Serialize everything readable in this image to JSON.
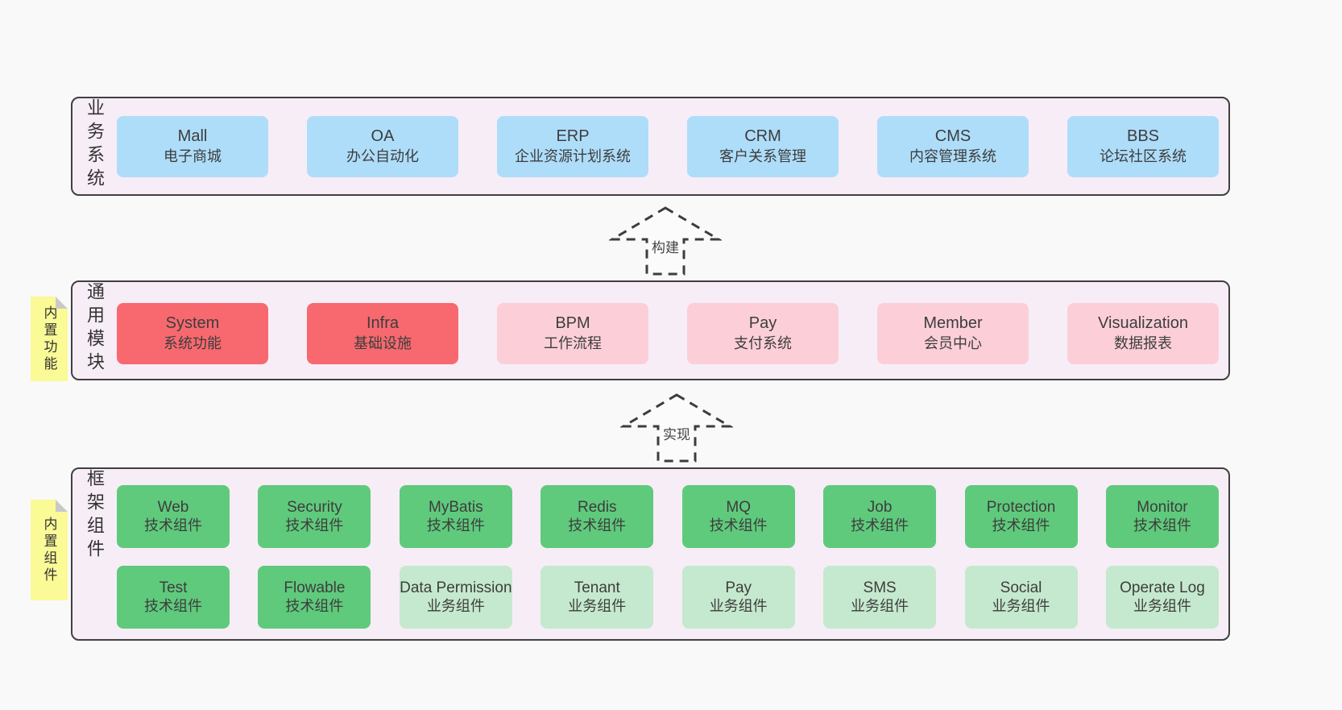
{
  "colors": {
    "page_bg": "#f9f9f9",
    "container_bg": "#f7edf6",
    "container_border": "#404040",
    "business_box": "#aeddfa",
    "module_core_box": "#f7696f",
    "module_box": "#fccfd8",
    "tech_component_box": "#5fca7c",
    "biz_component_box": "#c5e9ce",
    "note_yellow": "#fafa96",
    "note_fold": "#c9c9c9",
    "text": "#3d3d3d"
  },
  "arrows": {
    "build": "构建",
    "implement": "实现"
  },
  "business": {
    "side_label": "业务系统",
    "boxes": [
      {
        "name": "Mall",
        "desc": "电子商城"
      },
      {
        "name": "OA",
        "desc": "办公自动化"
      },
      {
        "name": "ERP",
        "desc": "企业资源计划系统"
      },
      {
        "name": "CRM",
        "desc": "客户关系管理"
      },
      {
        "name": "CMS",
        "desc": "内容管理系统"
      },
      {
        "name": "BBS",
        "desc": "论坛社区系统"
      }
    ]
  },
  "modules": {
    "side_label": "通用模块",
    "note": "内置功能",
    "boxes": [
      {
        "name": "System",
        "desc": "系统功能"
      },
      {
        "name": "Infra",
        "desc": "基础设施"
      },
      {
        "name": "BPM",
        "desc": "工作流程"
      },
      {
        "name": "Pay",
        "desc": "支付系统"
      },
      {
        "name": "Member",
        "desc": "会员中心"
      },
      {
        "name": "Visualization",
        "desc": "数据报表"
      }
    ]
  },
  "framework": {
    "side_label": "框架组件",
    "note": "内置组件",
    "row1": [
      {
        "name": "Web",
        "desc": "技术组件"
      },
      {
        "name": "Security",
        "desc": "技术组件"
      },
      {
        "name": "MyBatis",
        "desc": "技术组件"
      },
      {
        "name": "Redis",
        "desc": "技术组件"
      },
      {
        "name": "MQ",
        "desc": "技术组件"
      },
      {
        "name": "Job",
        "desc": "技术组件"
      },
      {
        "name": "Protection",
        "desc": "技术组件"
      },
      {
        "name": "Monitor",
        "desc": "技术组件"
      }
    ],
    "row2": [
      {
        "name": "Test",
        "desc": "技术组件"
      },
      {
        "name": "Flowable",
        "desc": "技术组件"
      },
      {
        "name": "Data Permission",
        "desc": "业务组件"
      },
      {
        "name": "Tenant",
        "desc": "业务组件"
      },
      {
        "name": "Pay",
        "desc": "业务组件"
      },
      {
        "name": "SMS",
        "desc": "业务组件"
      },
      {
        "name": "Social",
        "desc": "业务组件"
      },
      {
        "name": "Operate Log",
        "desc": "业务组件"
      }
    ]
  }
}
